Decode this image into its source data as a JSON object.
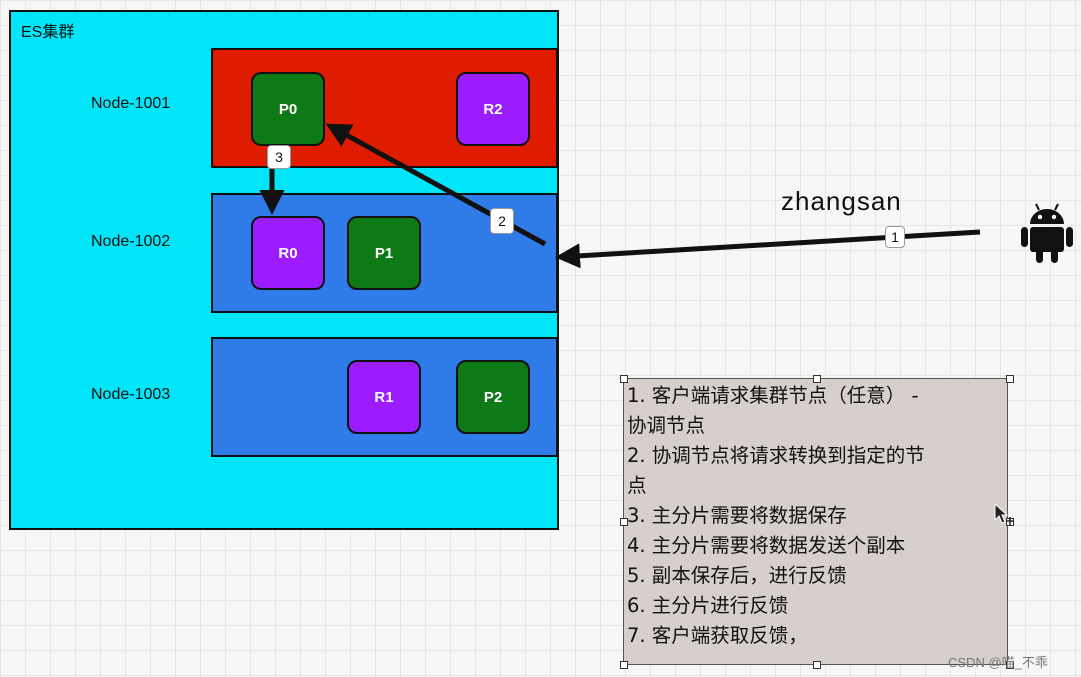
{
  "cluster": {
    "title": "ES集群",
    "color": "#00e5f7"
  },
  "nodes": [
    {
      "label": "Node-1001",
      "color": "#e01c00",
      "shards": [
        "P0",
        "R2"
      ]
    },
    {
      "label": "Node-1002",
      "color": "#2f7be8",
      "shards": [
        "R0",
        "P1"
      ]
    },
    {
      "label": "Node-1003",
      "color": "#2f7be8",
      "shards": [
        "R1",
        "P2"
      ]
    }
  ],
  "shard_colors": {
    "primary": "#0e7a17",
    "replica": "#9b1cff"
  },
  "steps": [
    "1",
    "2",
    "3"
  ],
  "client": {
    "user": "zhangsan",
    "icon": "android-icon"
  },
  "note": {
    "lines": [
      "1. 客户端请求集群节点（任意） -",
      "协调节点",
      "2. 协调节点将请求转换到指定的节",
      "点",
      "3. 主分片需要将数据保存",
      "4. 主分片需要将数据发送个副本",
      "5. 副本保存后，进行反馈",
      "6. 主分片进行反馈",
      "7. 客户端获取反馈，"
    ]
  },
  "watermark": "CSDN @喵_不乖"
}
